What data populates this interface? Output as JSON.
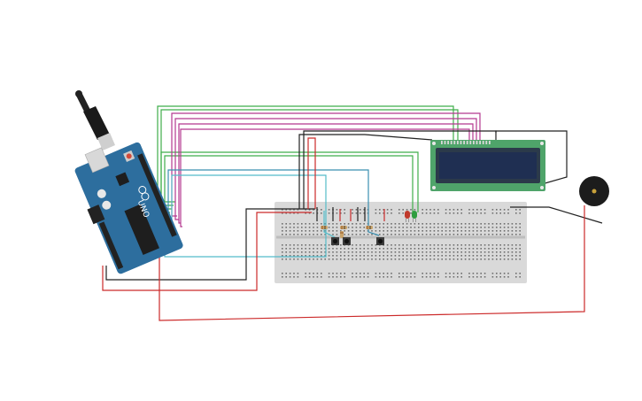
{
  "canvas": {
    "background": "#ffffff"
  },
  "components": {
    "arduino": {
      "model": "UNO",
      "board_color": "#2d6e9e"
    },
    "breadboard": {
      "color": "#d9d9d9"
    },
    "lcd": {
      "color": "#4fa46a",
      "screen_color": "#1f2f52"
    },
    "buzzer": {
      "color": "#1c1c1c",
      "center_color": "#c8a13a"
    },
    "leds": [
      {
        "color": "#c0392b"
      },
      {
        "color": "#2e9e3f"
      }
    ],
    "push_buttons": 3,
    "resistors": 4
  },
  "wire_colors": {
    "black": "#222222",
    "red": "#cc2a2a",
    "green": "#3fae4a",
    "magenta": "#b5388f",
    "blue": "#3b8fb0",
    "cyan": "#55bcc9"
  }
}
